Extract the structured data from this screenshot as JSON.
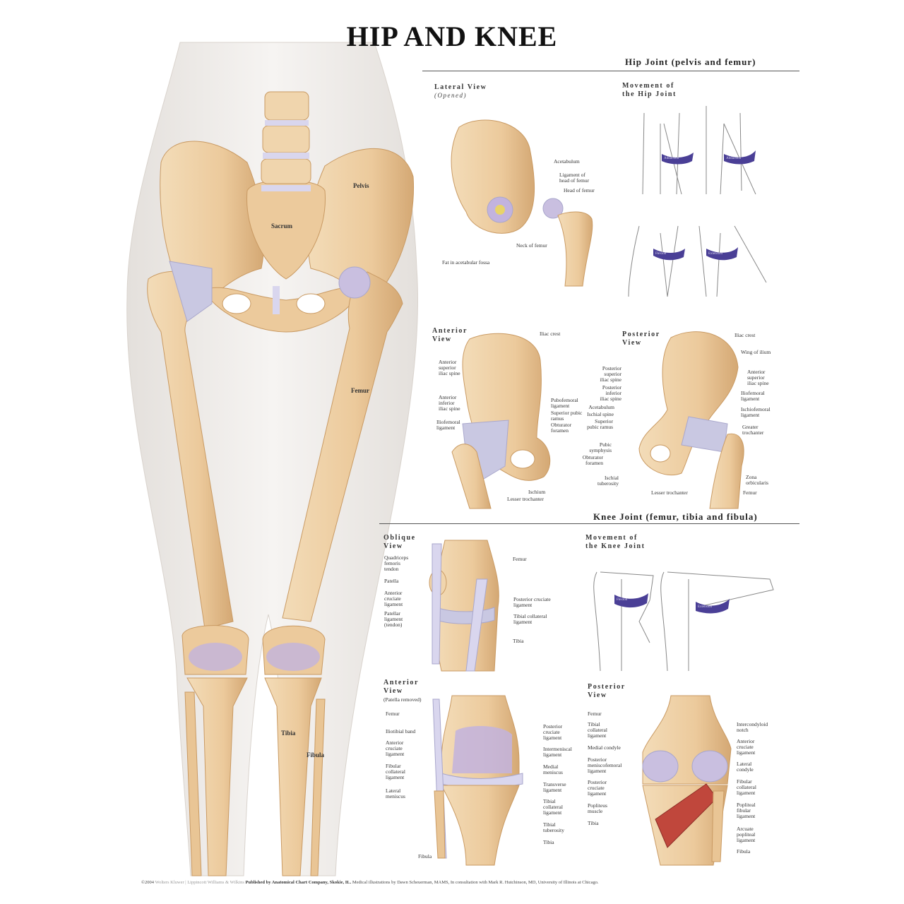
{
  "title": "HIP AND KNEE",
  "hip_section": {
    "heading": "Hip Joint (pelvis and femur)",
    "lateral_view": {
      "title": "Lateral View",
      "subtitle": "(Opened)",
      "labels": [
        "Acetabulum",
        "Ligament of\nhead of femur",
        "Head of femur",
        "Neck of femur",
        "Fat in acetabular fossa"
      ]
    },
    "movement": {
      "title": "Movement of\nthe Hip Joint",
      "arrows": [
        "Adduction",
        "Abduction",
        "Flexion",
        "Extension"
      ]
    },
    "anterior_view": {
      "title": "Anterior\nView",
      "labels": [
        "Iliac crest",
        "Anterior\nsuperior\niliac spine",
        "Anterior\ninferior\niliac spine",
        "Iliofemoral\nligament",
        "Pubofemoral\nligament",
        "Superior pubic\nramus",
        "Obturator\nforamen",
        "Ischium",
        "Lesser trochanter"
      ]
    },
    "posterior_view": {
      "title": "Posterior\nView",
      "labels": [
        "Iliac crest",
        "Wing of ilium",
        "Anterior\nsuperior\niliac spine",
        "Posterior\nsuperior\niliac spine",
        "Posterior\ninferior\niliac spine",
        "Iliofemoral\nligament",
        "Acetabulum",
        "Ischial spine",
        "Ischiofemoral\nligament",
        "Superior\npubic ramus",
        "Greater\ntrochanter",
        "Pubic\nsymphysis",
        "Obturator\nforamen",
        "Ischial\ntuberosity",
        "Zona\norbicularis",
        "Lesser trochanter",
        "Femur"
      ]
    }
  },
  "knee_section": {
    "heading": "Knee Joint (femur, tibia and fibula)",
    "oblique_view": {
      "title": "Oblique\nView",
      "labels": [
        "Quadriceps\nfemoris\ntendon",
        "Patella",
        "Anterior\ncruciate\nligament",
        "Patellar\nligament\n(tendon)",
        "Femur",
        "Posterior cruciate\nligament",
        "Tibial collateral\nligament",
        "Tibia"
      ]
    },
    "movement": {
      "title": "Movement of\nthe Knee Joint",
      "arrows": [
        "Flexion",
        "Extension"
      ]
    },
    "anterior_view": {
      "title": "Anterior\nView",
      "subtitle": "(Patella removed)",
      "labels": [
        "Femur",
        "Iliotibial band",
        "Anterior\ncruciate\nligament",
        "Fibular\ncollateral\nligament",
        "Lateral\nmeniscus",
        "Fibula",
        "Posterior\ncruciate\nligament",
        "Intermeniscal\nligament",
        "Medial\nmeniscus",
        "Transverse\nligament",
        "Tibial\ncollateral\nligament",
        "Tibial\ntuberosity",
        "Tibia"
      ]
    },
    "posterior_view": {
      "title": "Posterior\nView",
      "labels": [
        "Femur",
        "Tibial\ncollateral\nligament",
        "Medial condyle",
        "Posterior\nmeniscofemoral\nligament",
        "Posterior\ncruciate\nligament",
        "Popliteus\nmuscle",
        "Tibia",
        "Intercondyloid\nnotch",
        "Anterior\ncruciate\nligament",
        "Lateral\ncondyle",
        "Fibular\ncollateral\nligament",
        "Popliteal\nfibular\nligament",
        "Arcuate\npopliteal\nligament",
        "Fibula"
      ]
    }
  },
  "main_figure": {
    "labels": [
      "Pelvis",
      "Sacrum",
      "Femur",
      "Tibia",
      "Fibula"
    ]
  },
  "footer": {
    "copyright": "©2004",
    "publisher_logo": "Wolters Kluwer | Lippincott Williams & Wilkins",
    "published_by": "Published by Anatomical Chart Company, Skokie, IL.",
    "credits": "Medical illustrations by Dawn Scheuerman, MAMS, In consultation with Mark R. Hutchinson, MD, University of Illinois at Chicago."
  },
  "colors": {
    "bone": "#ecca9c",
    "bone_shadow": "#c99a63",
    "ligament": "#c9c8e2",
    "cartilage": "#b9a6d6",
    "muscle": "#c0473c",
    "arrow": "#4a3f96",
    "skin": "#eeeae6"
  }
}
